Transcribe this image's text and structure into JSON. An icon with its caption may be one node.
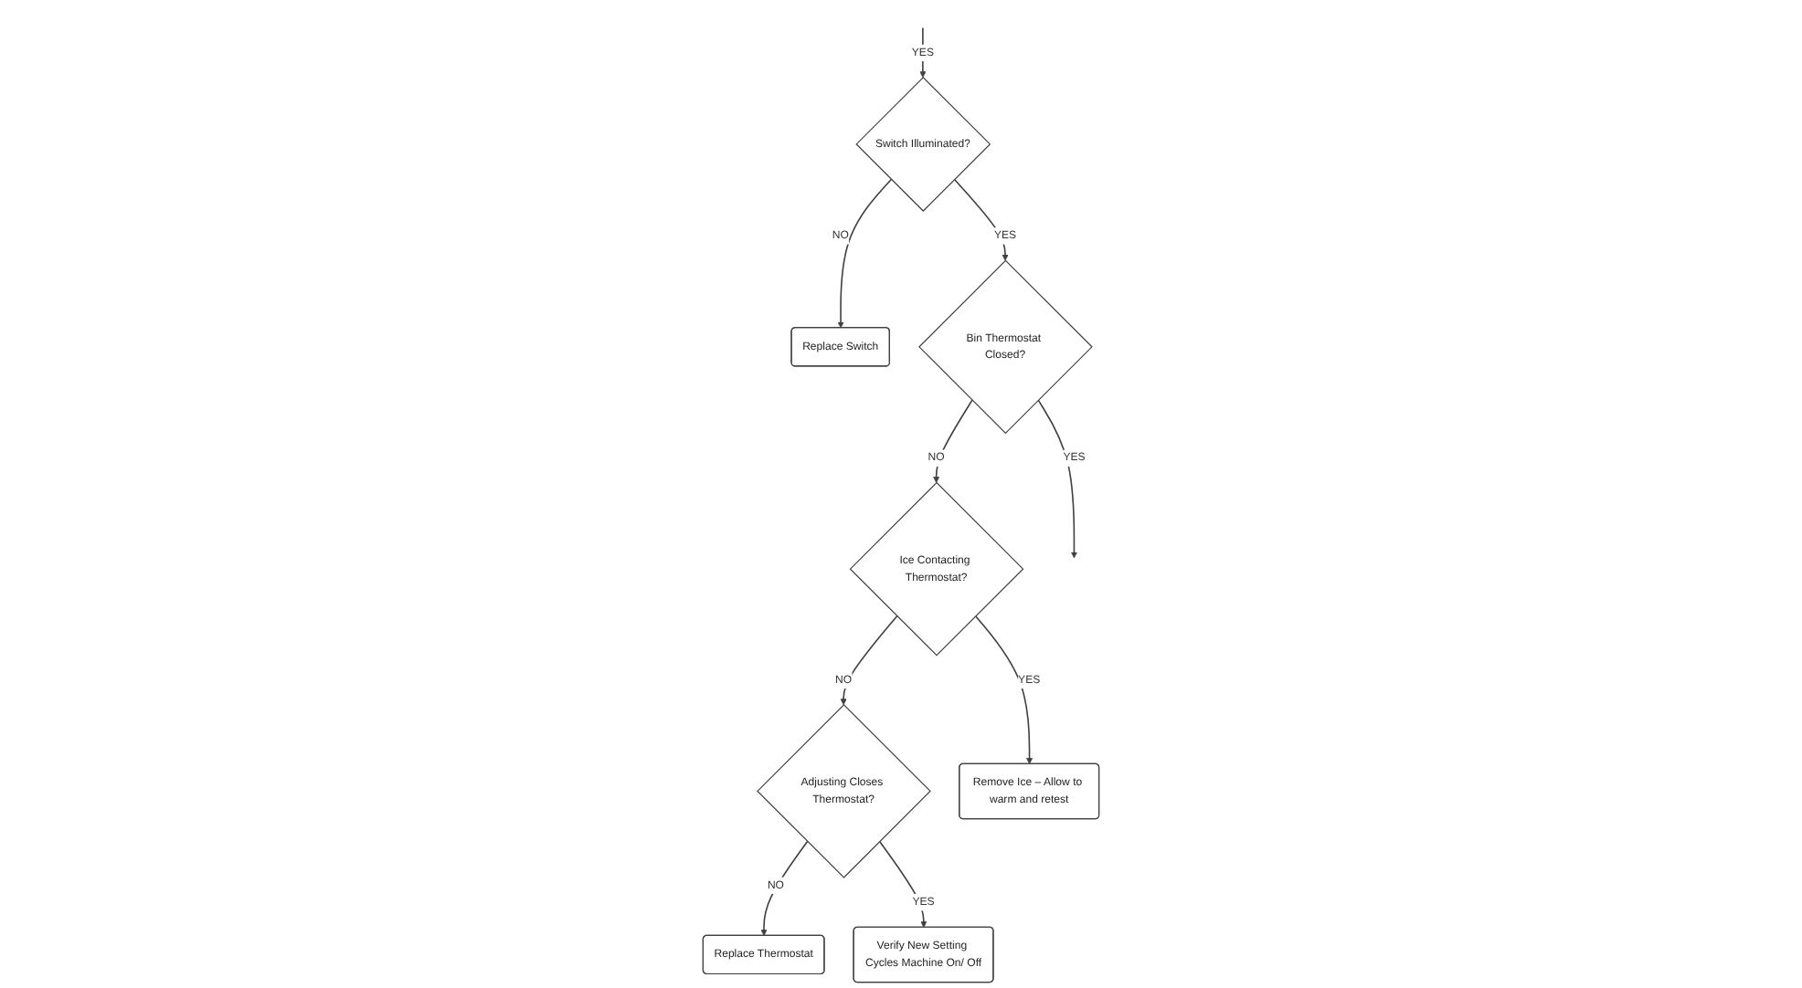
{
  "diagram": {
    "nodes": [
      {
        "text": [
          "Switch Illuminated?"
        ]
      },
      {
        "text": [
          "Replace Switch"
        ]
      },
      {
        "text": [
          "Bin Thermostat Closed?"
        ]
      },
      {
        "text": [
          "Ice Contacting Thermostat?"
        ]
      },
      {
        "text": [
          "Adjusting Closes Thermostat?"
        ]
      },
      {
        "text": [
          "Replace Thermostat"
        ]
      },
      {
        "text": [
          "Remove Ice – Allow to warm and retest"
        ]
      },
      {
        "text": [
          "Verify New Setting Cycles Machine On/ Off"
        ]
      }
    ],
    "edges": [
      {
        "from": null,
        "to": 0,
        "arrow": "to",
        "label": "YES"
      },
      {
        "from": 0,
        "to": 1,
        "arrow": "to",
        "label": "NO"
      },
      {
        "from": 0,
        "to": 2,
        "arrow": "to",
        "label": "YES"
      },
      {
        "from": 2,
        "to": 3,
        "arrow": "to",
        "label": "NO"
      },
      {
        "from": 3,
        "to": 4,
        "arrow": "to",
        "label": "NO"
      },
      {
        "from": 4,
        "to": 5,
        "arrow": "to",
        "label": "NO"
      },
      {
        "from": 3,
        "to": 6,
        "arrow": "to",
        "label": "YES"
      },
      {
        "from": 4,
        "to": 7,
        "arrow": "to",
        "label": "YES"
      },
      {
        "from": 2,
        "to": null,
        "arrow": "to",
        "label": "YES"
      }
    ]
  }
}
